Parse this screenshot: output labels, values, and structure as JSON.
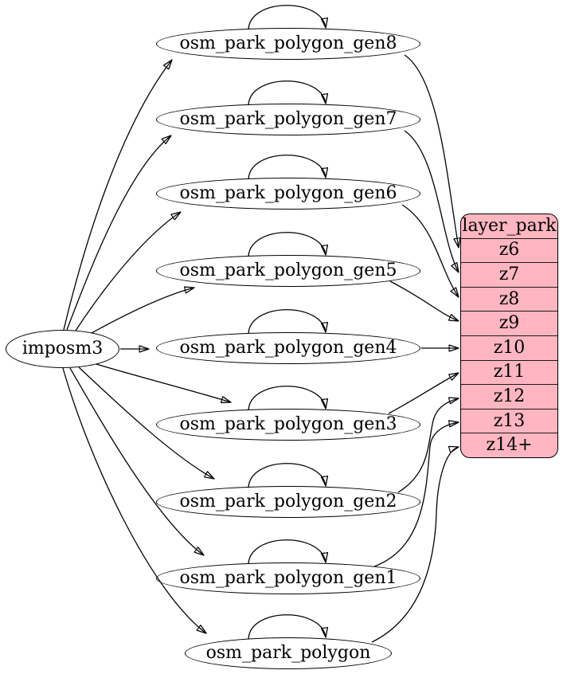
{
  "diagram": {
    "source": {
      "label": "imposm3"
    },
    "generalized_tables": [
      {
        "label": "osm_park_polygon_gen8"
      },
      {
        "label": "osm_park_polygon_gen7"
      },
      {
        "label": "osm_park_polygon_gen6"
      },
      {
        "label": "osm_park_polygon_gen5"
      },
      {
        "label": "osm_park_polygon_gen4"
      },
      {
        "label": "osm_park_polygon_gen3"
      },
      {
        "label": "osm_park_polygon_gen2"
      },
      {
        "label": "osm_park_polygon_gen1"
      },
      {
        "label": "osm_park_polygon"
      }
    ],
    "layer_table": {
      "header": "layer_park",
      "rows": [
        "z6",
        "z7",
        "z8",
        "z9",
        "z10",
        "z11",
        "z12",
        "z13",
        "z14+"
      ]
    },
    "colors": {
      "layer_fill": "#ffb6c1",
      "node_fill": "#ffffff",
      "edge": "#000000",
      "background": "#ffffff"
    },
    "connections": [
      {
        "from": "imposm3",
        "to": "osm_park_polygon_gen8"
      },
      {
        "from": "imposm3",
        "to": "osm_park_polygon_gen7"
      },
      {
        "from": "imposm3",
        "to": "osm_park_polygon_gen6"
      },
      {
        "from": "imposm3",
        "to": "osm_park_polygon_gen5"
      },
      {
        "from": "imposm3",
        "to": "osm_park_polygon_gen4"
      },
      {
        "from": "imposm3",
        "to": "osm_park_polygon_gen3"
      },
      {
        "from": "imposm3",
        "to": "osm_park_polygon_gen2"
      },
      {
        "from": "imposm3",
        "to": "osm_park_polygon_gen1"
      },
      {
        "from": "imposm3",
        "to": "osm_park_polygon"
      },
      {
        "from": "osm_park_polygon_gen8",
        "to": "osm_park_polygon_gen8"
      },
      {
        "from": "osm_park_polygon_gen7",
        "to": "osm_park_polygon_gen7"
      },
      {
        "from": "osm_park_polygon_gen6",
        "to": "osm_park_polygon_gen6"
      },
      {
        "from": "osm_park_polygon_gen5",
        "to": "osm_park_polygon_gen5"
      },
      {
        "from": "osm_park_polygon_gen4",
        "to": "osm_park_polygon_gen4"
      },
      {
        "from": "osm_park_polygon_gen3",
        "to": "osm_park_polygon_gen3"
      },
      {
        "from": "osm_park_polygon_gen2",
        "to": "osm_park_polygon_gen2"
      },
      {
        "from": "osm_park_polygon_gen1",
        "to": "osm_park_polygon_gen1"
      },
      {
        "from": "osm_park_polygon",
        "to": "osm_park_polygon"
      },
      {
        "from": "osm_park_polygon_gen8",
        "to": "layer_park:z6"
      },
      {
        "from": "osm_park_polygon_gen7",
        "to": "layer_park:z7"
      },
      {
        "from": "osm_park_polygon_gen6",
        "to": "layer_park:z8"
      },
      {
        "from": "osm_park_polygon_gen5",
        "to": "layer_park:z9"
      },
      {
        "from": "osm_park_polygon_gen4",
        "to": "layer_park:z10"
      },
      {
        "from": "osm_park_polygon_gen3",
        "to": "layer_park:z11"
      },
      {
        "from": "osm_park_polygon_gen2",
        "to": "layer_park:z12"
      },
      {
        "from": "osm_park_polygon_gen1",
        "to": "layer_park:z13"
      },
      {
        "from": "osm_park_polygon",
        "to": "layer_park:z14+"
      }
    ]
  }
}
